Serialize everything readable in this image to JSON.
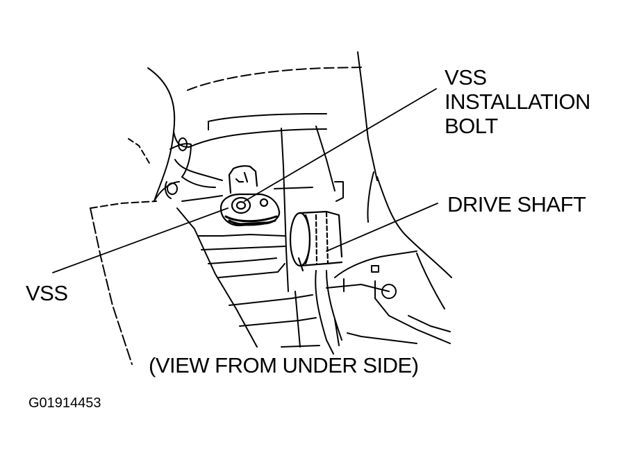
{
  "labels": {
    "vss_installation_bolt": [
      "VSS",
      "INSTALLATION",
      "BOLT"
    ],
    "drive_shaft": "DRIVE SHAFT",
    "vss": "VSS",
    "view_note": "(VIEW FROM UNDER SIDE)"
  },
  "figure_id": "G01914453",
  "colors": {
    "ink": "#000000",
    "background": "#ffffff"
  }
}
